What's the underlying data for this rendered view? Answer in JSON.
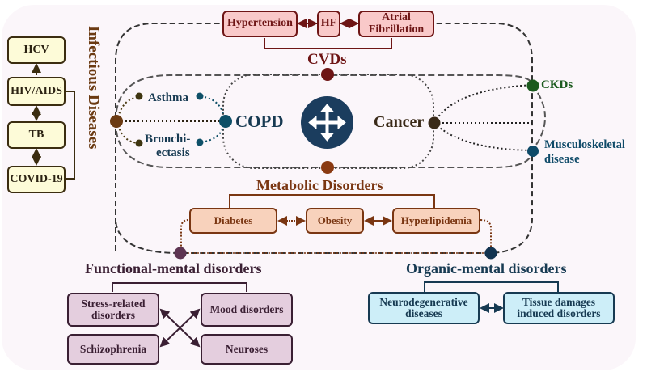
{
  "diagram": {
    "infectious": {
      "title": "Infectious Diseases",
      "items": [
        "HCV",
        "HIV/AIDS",
        "TB",
        "COVID-19"
      ]
    },
    "cvds": {
      "title": "CVDs",
      "items": [
        "Hypertension",
        "HF",
        "Atrial Fibrillation"
      ]
    },
    "respiratory": {
      "hub": "COPD",
      "items": [
        "Asthma",
        "Bronchi-ectasis"
      ],
      "bronchi_line1": "Bronchi-",
      "bronchi_line2": "ectasis"
    },
    "cancer": {
      "label": "Cancer"
    },
    "right_nodes": {
      "ckds": "CKDs",
      "musculo_line1": "Musculoskeletal",
      "musculo_line2": "disease"
    },
    "metabolic": {
      "title": "Metabolic Disorders",
      "items": [
        "Diabetes",
        "Obesity",
        "Hyperlipidemia"
      ]
    },
    "functional_mental": {
      "title": "Functional-mental disorders",
      "items": [
        "Stress-related disorders",
        "Mood disorders",
        "Schizophrenia",
        "Neuroses"
      ],
      "stress_line1": "Stress-related",
      "stress_line2": "disorders"
    },
    "organic_mental": {
      "title": "Organic-mental disorders",
      "items": [
        "Neurodegenerative diseases",
        "Tissue damages induced disorders"
      ],
      "neuro_line1": "Neurodegenerative",
      "neuro_line2": "diseases",
      "tissue_line1": "Tissue damages",
      "tissue_line2": "induced disorders"
    },
    "center_icon": "move-arrows-icon",
    "colors": {
      "cvd": "#6e1515",
      "metabolic": "#7a3612",
      "respiratory": "#0e5068",
      "ckd": "#1b5a1e",
      "cancer": "#3a2a18",
      "infectious": "#6b3a12",
      "functional": "#5e3452",
      "organic": "#173a52"
    }
  }
}
